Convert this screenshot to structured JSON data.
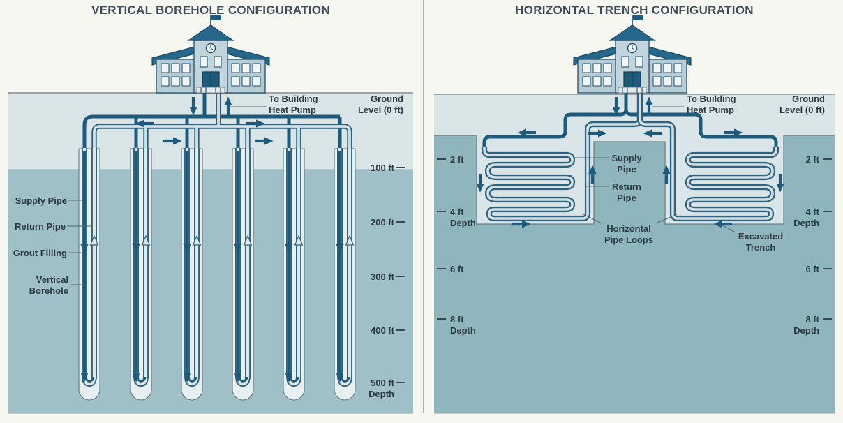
{
  "left_panel": {
    "title": "VERTICAL BOREHOLE CONFIGURATION",
    "to_building_label": {
      "line1": "To Building",
      "line2": "Heat Pump"
    },
    "ground_level_label": {
      "line1": "Ground",
      "line2": "Level (0 ft)"
    },
    "component_labels": {
      "supply_pipe": "Supply Pipe",
      "return_pipe": "Return Pipe",
      "grout_filling": "Grout Filling",
      "vertical_borehole_line1": "Vertical",
      "vertical_borehole_line2": "Borehole"
    },
    "depth_scale": [
      {
        "label": "100 ft",
        "sub": ""
      },
      {
        "label": "200 ft",
        "sub": ""
      },
      {
        "label": "300 ft",
        "sub": ""
      },
      {
        "label": "400 ft",
        "sub": ""
      },
      {
        "label": "500 ft",
        "sub": "Depth"
      }
    ]
  },
  "right_panel": {
    "title": "HORIZONTAL TRENCH CONFIGURATION",
    "to_building_label": {
      "line1": "To Building",
      "line2": "Heat Pump"
    },
    "ground_level_label": {
      "line1": "Ground",
      "line2": "Level (0 ft)"
    },
    "component_labels": {
      "supply_pipe_line1": "Supply",
      "supply_pipe_line2": "Pipe",
      "return_pipe_line1": "Return",
      "return_pipe_line2": "Pipe",
      "pipe_loops_line1": "Horizontal",
      "pipe_loops_line2": "Pipe Loops",
      "excavated_trench_line1": "Excavated",
      "excavated_trench_line2": "Trench"
    },
    "depth_markers": [
      {
        "label": "2 ft",
        "sub": ""
      },
      {
        "label": "4 ft",
        "sub": "Depth"
      },
      {
        "label": "6 ft",
        "sub": ""
      },
      {
        "label": "8 ft",
        "sub": "Depth"
      }
    ]
  },
  "colors": {
    "pipe_dark": "#1d5a7c",
    "pipe_light": "#d3e0e5",
    "soil_light": "#dae5e8",
    "soil_dark": "#9fc0c6",
    "soil_dark_deep": "#8fb6bd",
    "casing": "#e8eff1",
    "text": "#2e3b45"
  }
}
